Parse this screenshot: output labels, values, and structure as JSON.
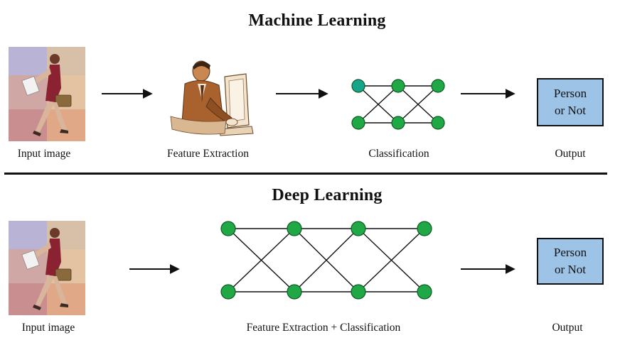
{
  "machine_learning": {
    "title": "Machine Learning",
    "labels": {
      "input": "Input image",
      "feature": "Feature Extraction",
      "classification": "Classification",
      "output": "Output"
    },
    "output_box": {
      "line1": "Person",
      "line2": "or Not"
    }
  },
  "deep_learning": {
    "title": "Deep Learning",
    "labels": {
      "input": "Input image",
      "combined": "Feature Extraction + Classification",
      "output": "Output"
    },
    "output_box": {
      "line1": "Person",
      "line2": "or Not"
    }
  },
  "colors": {
    "node_fill": "#1fa845",
    "node_stroke": "#0d5a24",
    "node_highlight": "#17a589",
    "output_box": "#9dc3e6"
  }
}
